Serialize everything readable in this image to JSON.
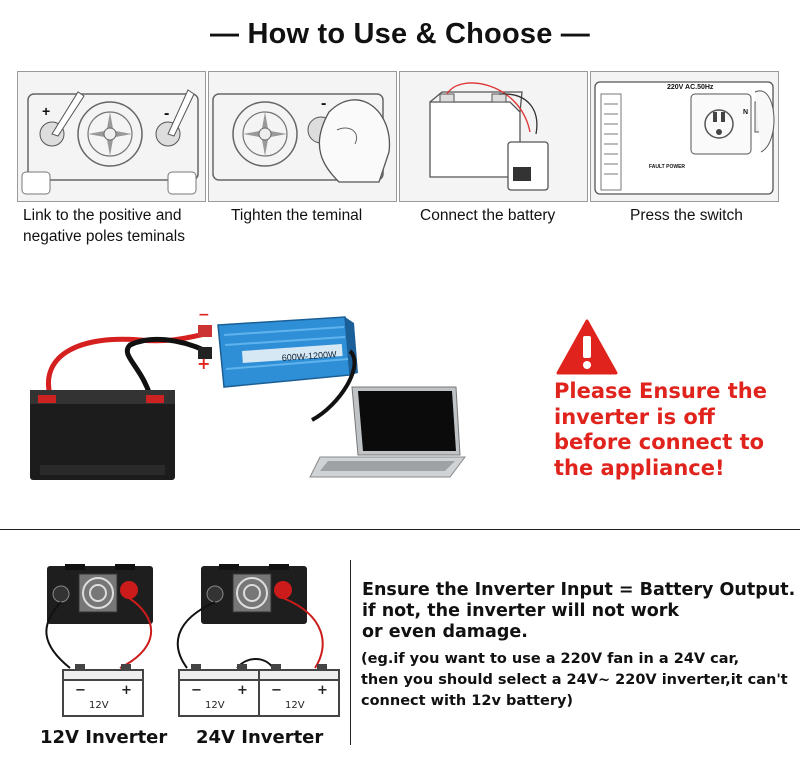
{
  "title": "— How to Use & Choose —",
  "steps": [
    {
      "caption": "Link to the positive and negative poles teminals",
      "plus": "+",
      "minus": "-"
    },
    {
      "caption": "Tighten the teminal",
      "minus": "-"
    },
    {
      "caption": "Connect the battery"
    },
    {
      "caption": "Press the switch",
      "plate": "220V AC.50Hz",
      "fault": "FAULT POWER",
      "switch_on": "N"
    }
  ],
  "diagram": {
    "inverter_label": "600W-1200W",
    "minus_sign": "−",
    "plus_sign": "+"
  },
  "warning": {
    "text": "Please Ensure the inverter is off before connect to the appliance!",
    "color": "#e0231c"
  },
  "selection": {
    "ensure_line1": "Ensure the Inverter Input = Battery Output.",
    "ensure_line2": "if not, the inverter will not work",
    "ensure_line3": "or even damage.",
    "example_line1": "(eg.if you want to use a 220V fan in a 24V car,",
    "example_line2": "then you should select a 24V~ 220V inverter,it can't",
    "example_line3": "connect with 12v battery)",
    "battery_voltage": "12V",
    "battery_minus": "−",
    "battery_plus": "+",
    "label_12v": "12V Inverter",
    "label_24v": "24V Inverter"
  }
}
